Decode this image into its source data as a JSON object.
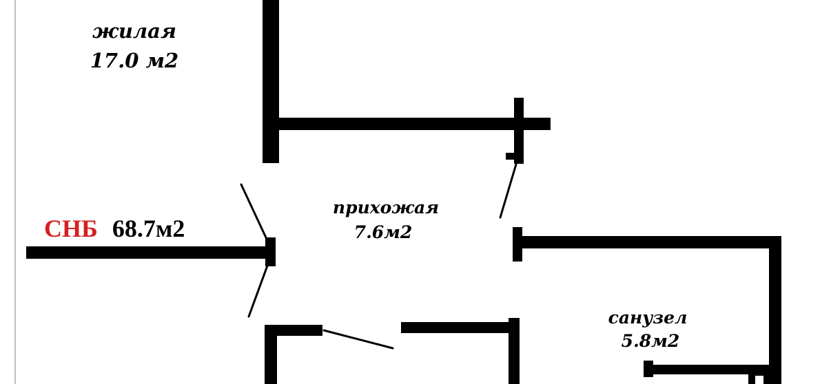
{
  "rooms": [
    {
      "name": "жилая",
      "area": "17.0 м2"
    },
    {
      "name": "прихожая",
      "area": "7.6м2"
    },
    {
      "name": "санузел",
      "area": "5.8м2"
    }
  ],
  "total": {
    "prefix": "СНБ",
    "value": "68.7м2"
  },
  "colors": {
    "walls": "#000000",
    "prefix": "#d42020",
    "background": "#ffffff"
  }
}
